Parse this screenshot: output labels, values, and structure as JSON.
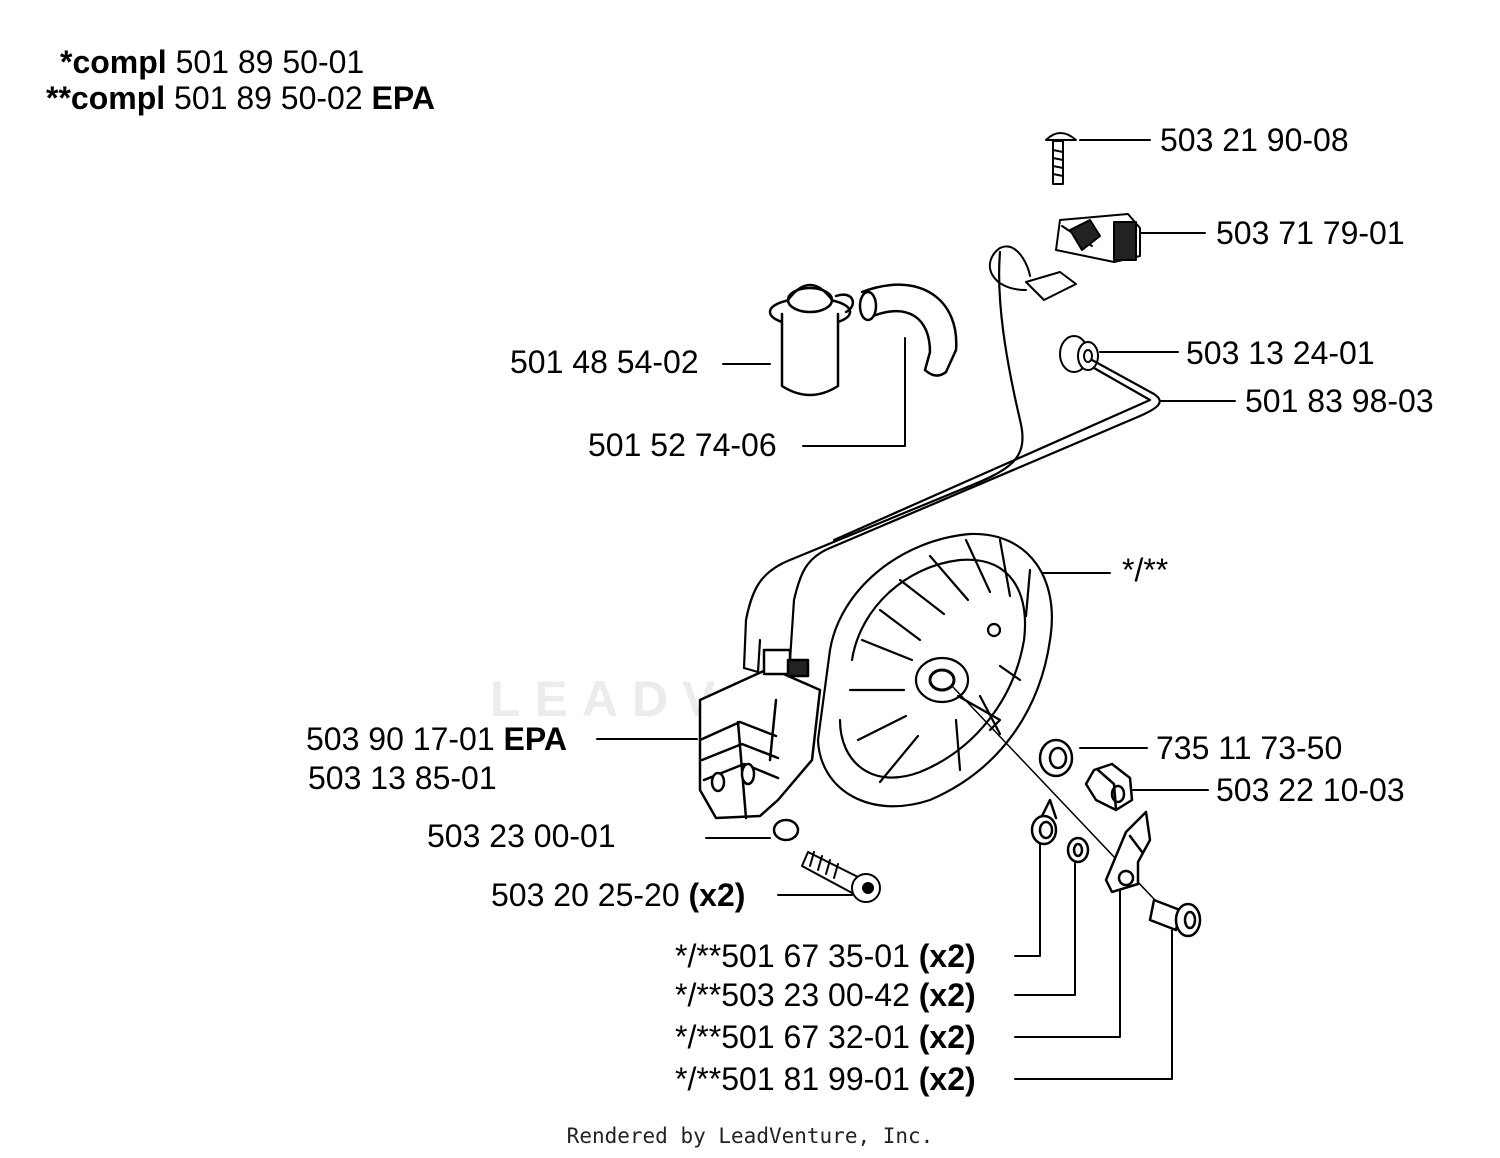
{
  "header": {
    "line1": {
      "prefix": "*compl",
      "number": "501 89 50-01"
    },
    "line2": {
      "prefix": "**compl",
      "number": "501 89 50-02",
      "suffix": "EPA"
    }
  },
  "watermark": "LEADVENTURE",
  "footer": "Rendered by LeadVenture, Inc.",
  "parts": [
    {
      "id": "p1",
      "number": "503 21 90-08"
    },
    {
      "id": "p2",
      "number": "503 71 79-01"
    },
    {
      "id": "p3",
      "number": "501 48 54-02"
    },
    {
      "id": "p4",
      "number": "503 13 24-01"
    },
    {
      "id": "p5",
      "number": "501 83 98-03"
    },
    {
      "id": "p6",
      "number": "501 52 74-06"
    },
    {
      "id": "p7",
      "number": "*/**"
    },
    {
      "id": "p8",
      "number": "503 90 17-01",
      "suffix": "EPA"
    },
    {
      "id": "p9",
      "number": "503 13 85-01"
    },
    {
      "id": "p10",
      "number": "735 11 73-50"
    },
    {
      "id": "p11",
      "number": "503 22 10-03"
    },
    {
      "id": "p12",
      "number": "503 23 00-01"
    },
    {
      "id": "p13",
      "number": "503 20 25-20",
      "qty": "(x2)"
    },
    {
      "id": "p14",
      "number": "*/**501 67 35-01",
      "qty": "(x2)"
    },
    {
      "id": "p15",
      "number": "*/**503 23 00-42",
      "qty": "(x2)"
    },
    {
      "id": "p16",
      "number": "*/**501 67 32-01",
      "qty": "(x2)"
    },
    {
      "id": "p17",
      "number": "*/**501 81 99-01",
      "qty": "(x2)"
    }
  ]
}
